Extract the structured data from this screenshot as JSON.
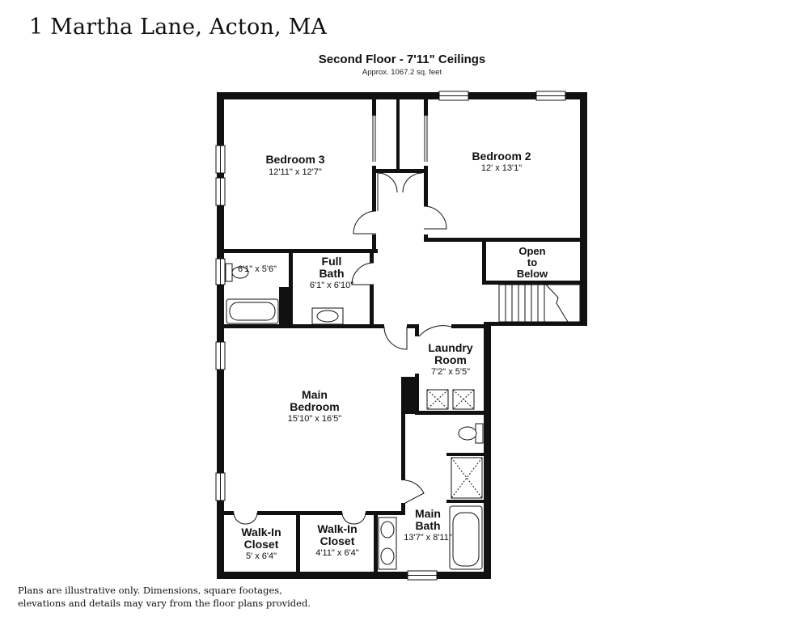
{
  "header": {
    "address": "1 Martha Lane, Acton, MA",
    "plan_title": "Second Floor - 7'11\" Ceilings",
    "plan_subtitle": "Approx. 1067.2 sq. feet"
  },
  "rooms": {
    "bedroom3": {
      "name": "Bedroom 3",
      "dims": "12'11\" x 12'7\""
    },
    "bedroom2": {
      "name": "Bedroom 2",
      "dims": "12' x 13'1\""
    },
    "open_to_below": {
      "line1": "Open",
      "line2": "to",
      "line3": "Below"
    },
    "half_bath": {
      "dims": "6'1\" x 5'6\""
    },
    "full_bath": {
      "line1": "Full",
      "line2": "Bath",
      "dims": "6'1\" x 6'10\""
    },
    "laundry": {
      "line1": "Laundry",
      "line2": "Room",
      "dims": "7'2\" x 5'5\""
    },
    "main_bedroom": {
      "line1": "Main",
      "line2": "Bedroom",
      "dims": "15'10\" x 16'5\""
    },
    "walkin1": {
      "line1": "Walk-In",
      "line2": "Closet",
      "dims": "5' x 6'4\""
    },
    "walkin2": {
      "line1": "Walk-In",
      "line2": "Closet",
      "dims": "4'11\" x 6'4\""
    },
    "main_bath": {
      "line1": "Main",
      "line2": "Bath",
      "dims": "13'7\" x 8'11\""
    }
  },
  "footer": {
    "disclaimer": "Plans are illustrative only. Dimensions, square footages, elevations and details may vary from the floor plans provided."
  },
  "colors": {
    "wall": "#111111",
    "background": "#ffffff"
  }
}
